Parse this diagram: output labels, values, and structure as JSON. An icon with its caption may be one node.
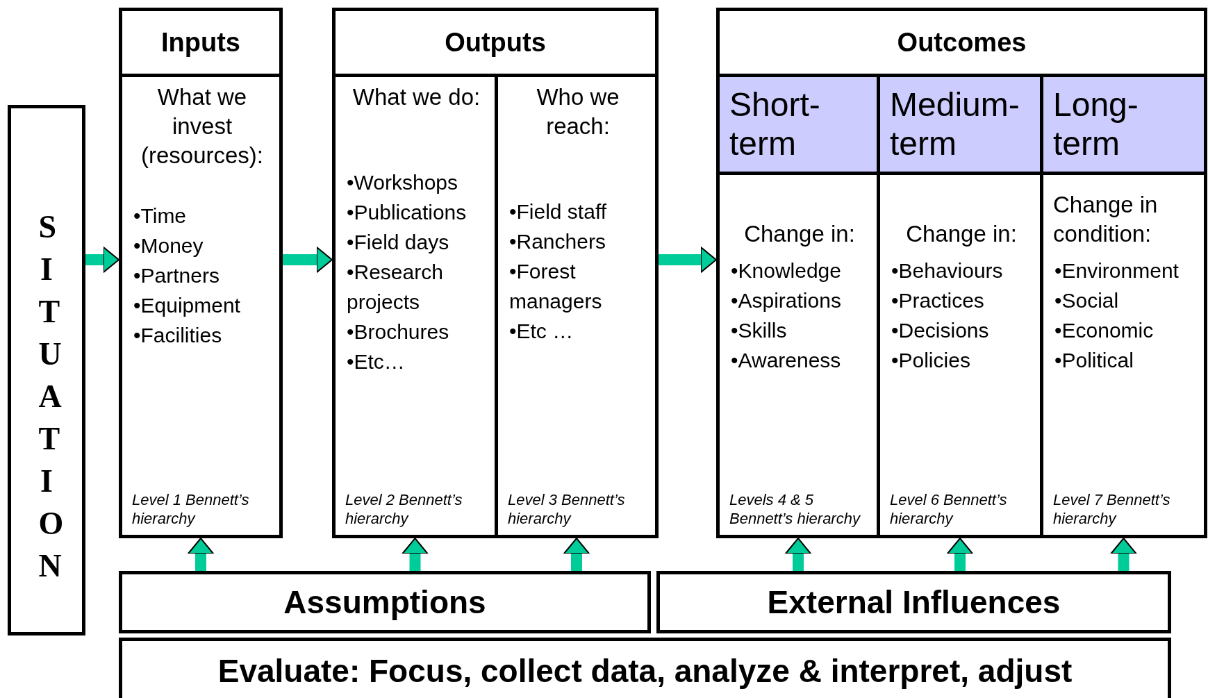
{
  "diagram": {
    "nodes": [
      {
        "text": [
          "SITUATION"
        ]
      },
      {
        "text": [
          "Inputs"
        ]
      },
      {
        "text": [
          "What we invest (resources):",
          "•Time",
          "•Money",
          "•Partners",
          "•Equipment",
          "•Facilities",
          "Level 1 Bennett’s hierarchy"
        ]
      },
      {
        "text": [
          "Outputs"
        ]
      },
      {
        "text": [
          "What we do:",
          "•Workshops",
          "•Publications",
          "•Field days",
          "•Research projects",
          "•Brochures",
          "•Etc…",
          "Level 2 Bennett’s hierarchy"
        ]
      },
      {
        "text": [
          "Who we reach:",
          "•Field staff",
          "•Ranchers",
          "•Forest managers",
          "•Etc …",
          "Level 3 Bennett’s hierarchy"
        ]
      },
      {
        "text": [
          "Outcomes"
        ]
      },
      {
        "text": [
          "Short-term"
        ]
      },
      {
        "text": [
          "Change in:",
          "•Knowledge",
          "•Aspirations",
          "•Skills",
          "•Awareness",
          "Levels 4 & 5 Bennett’s hierarchy"
        ]
      },
      {
        "text": [
          "Medium-term"
        ]
      },
      {
        "text": [
          "Change in:",
          "•Behaviours",
          "•Practices",
          "•Decisions",
          "•Policies",
          "Level 6 Bennett’s hierarchy"
        ]
      },
      {
        "text": [
          "Long-term"
        ]
      },
      {
        "text": [
          "Change in condition:",
          "•Environment",
          "•Social",
          "•Economic",
          "•Political",
          "Level 7 Bennett’s hierarchy"
        ]
      },
      {
        "text": [
          "Assumptions"
        ]
      },
      {
        "text": [
          "External Influences"
        ]
      },
      {
        "text": [
          "Evaluate: Focus, collect data, analyze & interpret, adjust"
        ]
      }
    ],
    "edges": [
      {
        "from": 0,
        "to": 2,
        "arrow": "to"
      },
      {
        "from": 2,
        "to": 4,
        "arrow": "to"
      },
      {
        "from": 5,
        "to": 8,
        "arrow": "to"
      },
      {
        "from": 13,
        "to": 2,
        "arrow": "to"
      },
      {
        "from": 13,
        "to": 4,
        "arrow": "to"
      },
      {
        "from": 13,
        "to": 5,
        "arrow": "to"
      },
      {
        "from": 14,
        "to": 8,
        "arrow": "to"
      },
      {
        "from": 14,
        "to": 10,
        "arrow": "to"
      },
      {
        "from": 14,
        "to": 12,
        "arrow": "to"
      }
    ]
  }
}
